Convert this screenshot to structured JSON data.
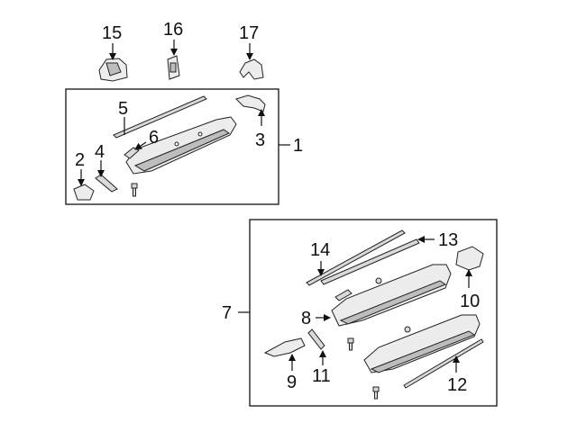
{
  "callouts": {
    "c1": "1",
    "c2": "2",
    "c3": "3",
    "c4": "4",
    "c5": "5",
    "c6": "6",
    "c7": "7",
    "c8": "8",
    "c9": "9",
    "c10": "10",
    "c11": "11",
    "c12": "12",
    "c13": "13",
    "c14": "14",
    "c15": "15",
    "c16": "16",
    "c17": "17"
  },
  "colors": {
    "line": "#111111",
    "part_fill": "#ececec",
    "part_shade": "#bdbdbd",
    "background": "#ffffff"
  }
}
